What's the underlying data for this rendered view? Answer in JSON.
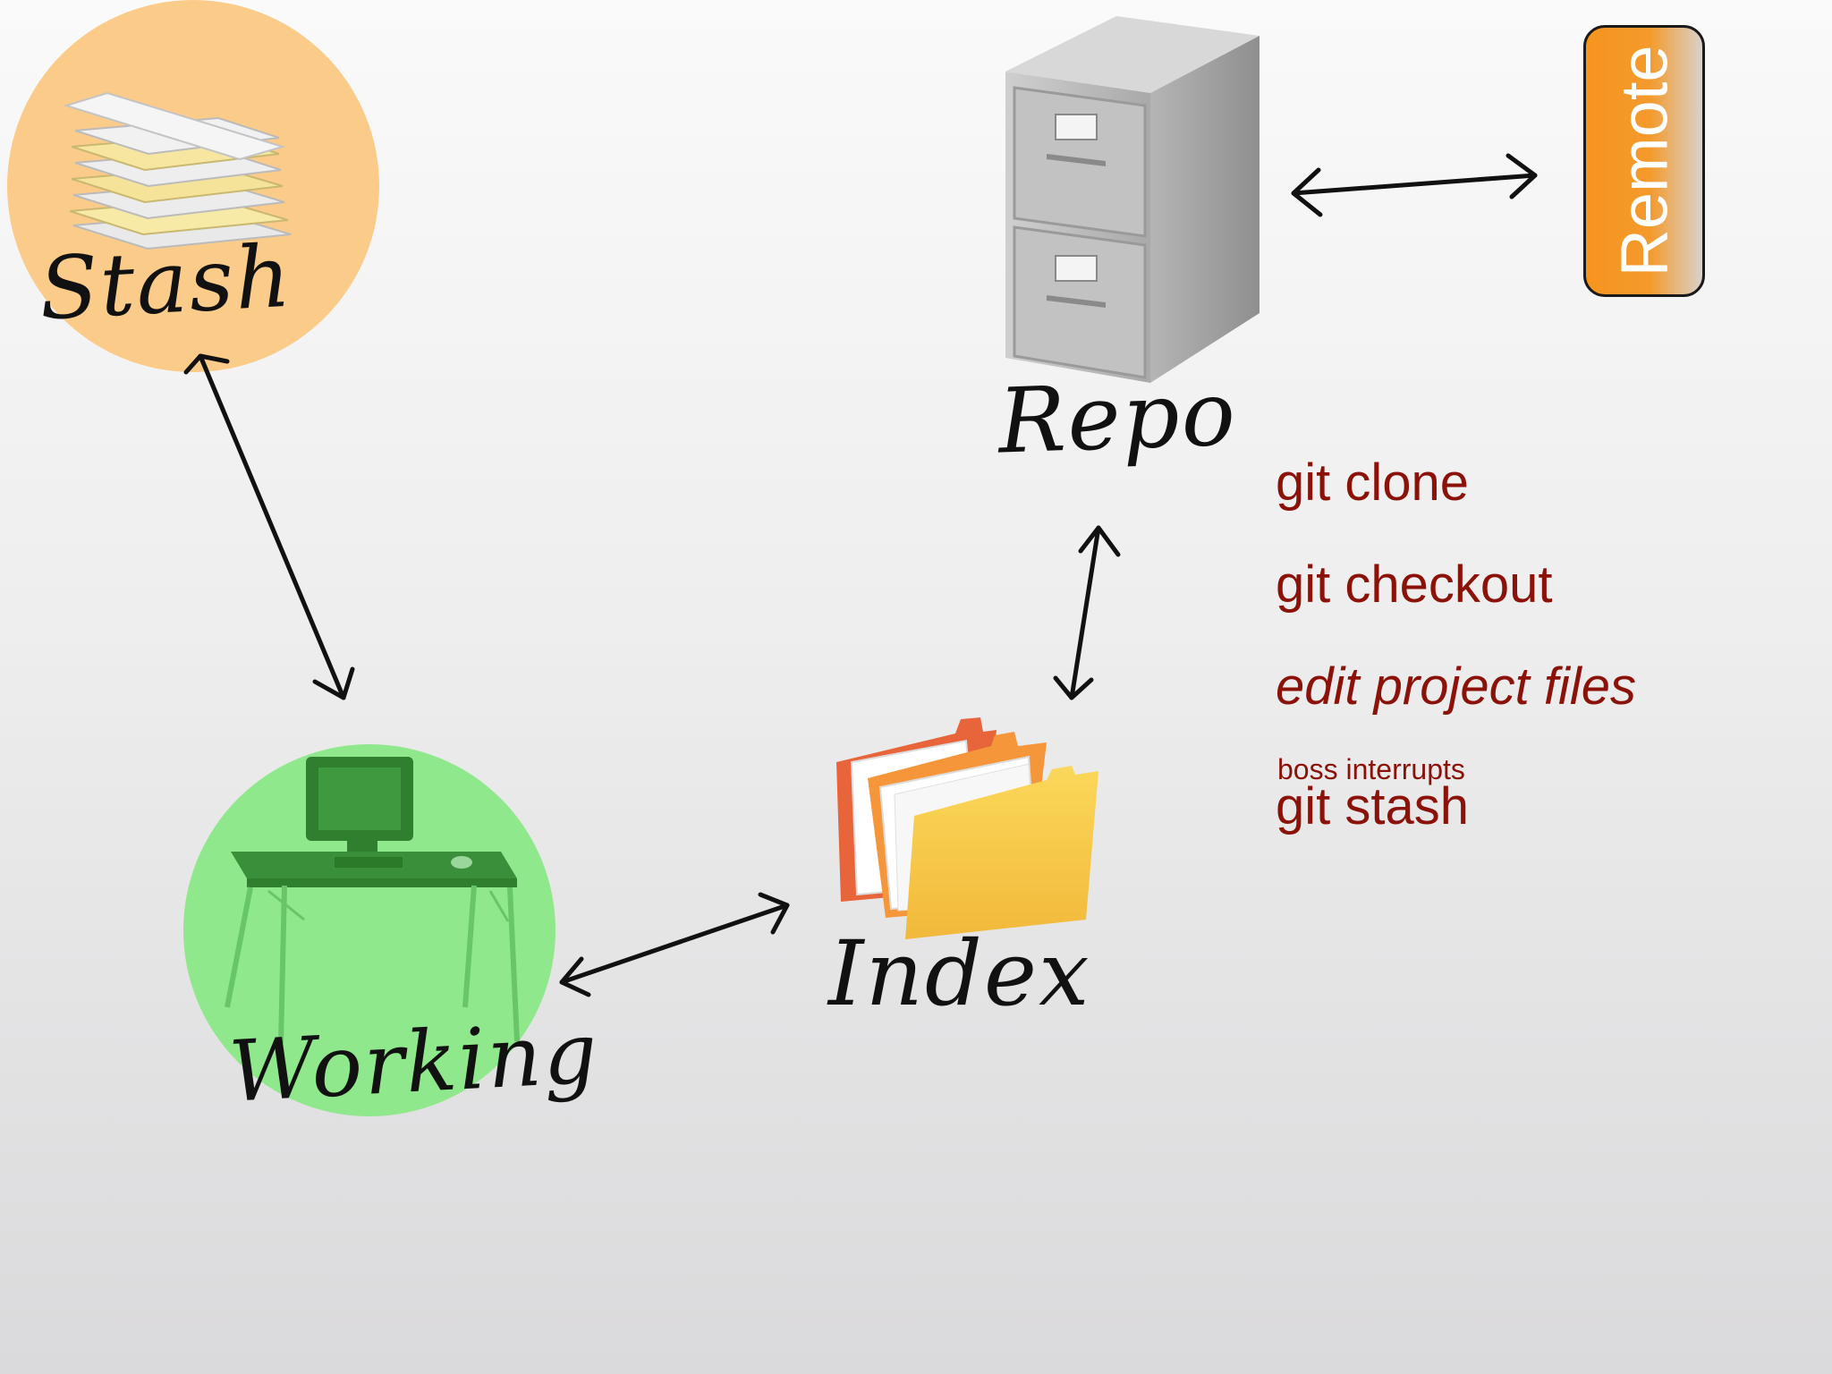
{
  "nodes": {
    "stash": {
      "label": "Stash",
      "color": "#fbcb8a"
    },
    "working": {
      "label": "Working",
      "color": "#90e88c"
    },
    "index": {
      "label": "Index"
    },
    "repo": {
      "label": "Repo"
    },
    "remote": {
      "label": "Remote",
      "color": "#f7941e"
    }
  },
  "commands": [
    "git clone",
    "git checkout",
    "edit project files",
    "boss interrupts",
    "git stash"
  ],
  "command_color": "#8b1208",
  "icons": [
    "papers-stack-icon",
    "desk-computer-icon",
    "folders-icon",
    "file-cabinet-icon"
  ]
}
